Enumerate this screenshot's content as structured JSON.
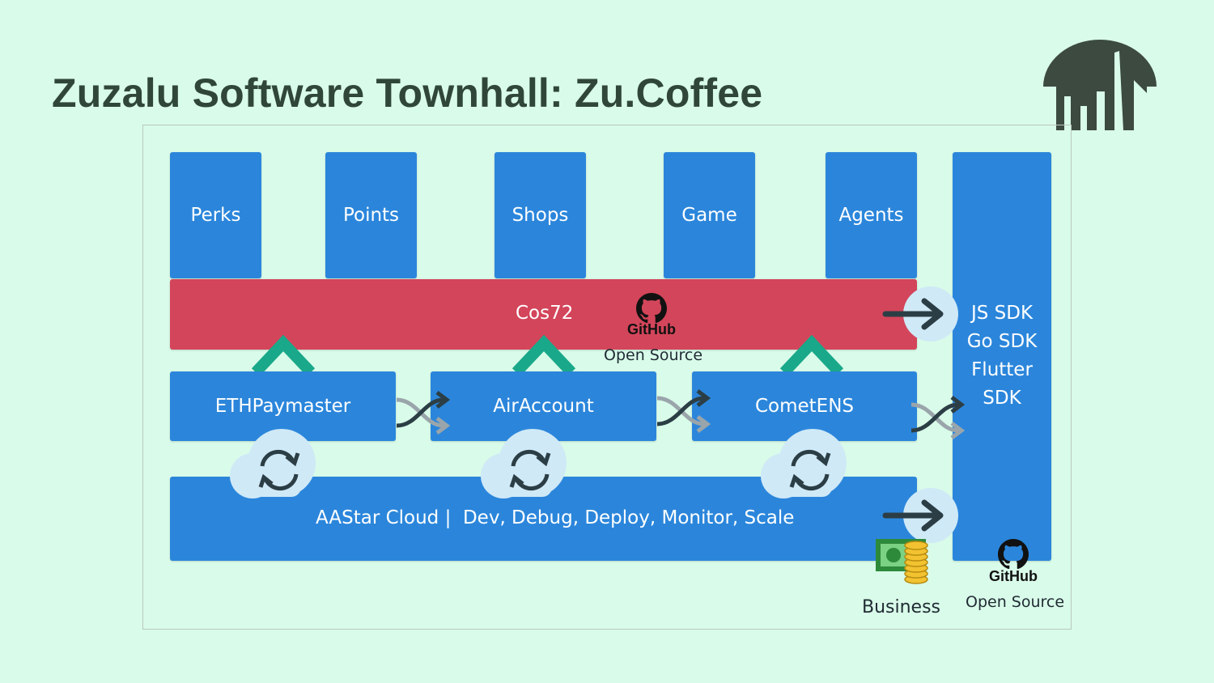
{
  "title": "Zuzalu Software Townhall: Zu.Coffee",
  "apps": [
    "Perks",
    "Points",
    "Shops",
    "Game",
    "Agents"
  ],
  "platform": {
    "label": "Cos72",
    "github": "GitHub",
    "source": "Open Source"
  },
  "modules": [
    "ETHPaymaster",
    "AirAccount",
    "CometENS"
  ],
  "sdk": [
    "JS SDK",
    "Go SDK",
    "Flutter",
    "SDK"
  ],
  "cloud": {
    "label": "AAStar Cloud |  Dev, Debug, Deploy, Monitor, Scale"
  },
  "bottom": {
    "github": "GitHub",
    "source": "Open Source",
    "business": "Business"
  },
  "colors": {
    "background": "#d9fbe9",
    "box_blue": "#2b86db",
    "platform_red": "#d3455a",
    "chevron_teal": "#1aa88a",
    "title": "#2f4638"
  }
}
